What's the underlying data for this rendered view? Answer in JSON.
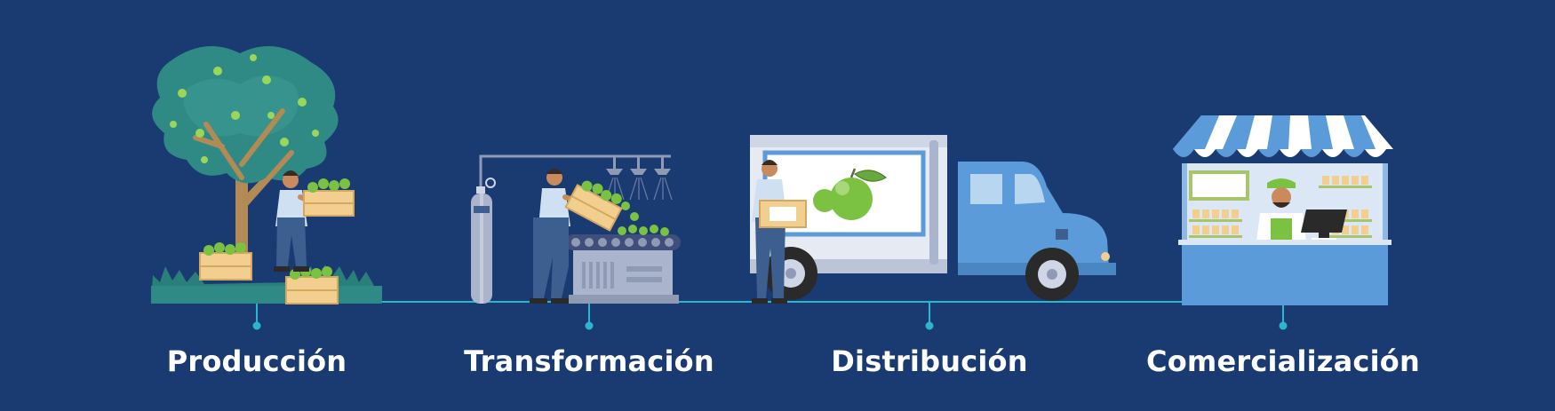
{
  "stages": [
    {
      "label": "Producción"
    },
    {
      "label": "Transformación"
    },
    {
      "label": "Distribución"
    },
    {
      "label": "Comercialización"
    }
  ],
  "colors": {
    "background": "#1a3a72",
    "timeline": "#2bb6d0",
    "label_text": "#ffffff",
    "apple_green": "#7cc242",
    "crate": "#f2cf8f",
    "tree_foliage": "#2f8a85",
    "truck_blue": "#5b9bd9",
    "awning_blue": "#5b9bd9",
    "worker_shirt": "#cfe0f2",
    "worker_overalls": "#3d5f8f"
  },
  "icons": [
    "tree-icon",
    "worker-icon",
    "crate-icon",
    "gas-cylinder-icon",
    "conveyor-machine-icon",
    "truck-icon",
    "apple-icon",
    "market-stall-icon",
    "vendor-icon"
  ]
}
